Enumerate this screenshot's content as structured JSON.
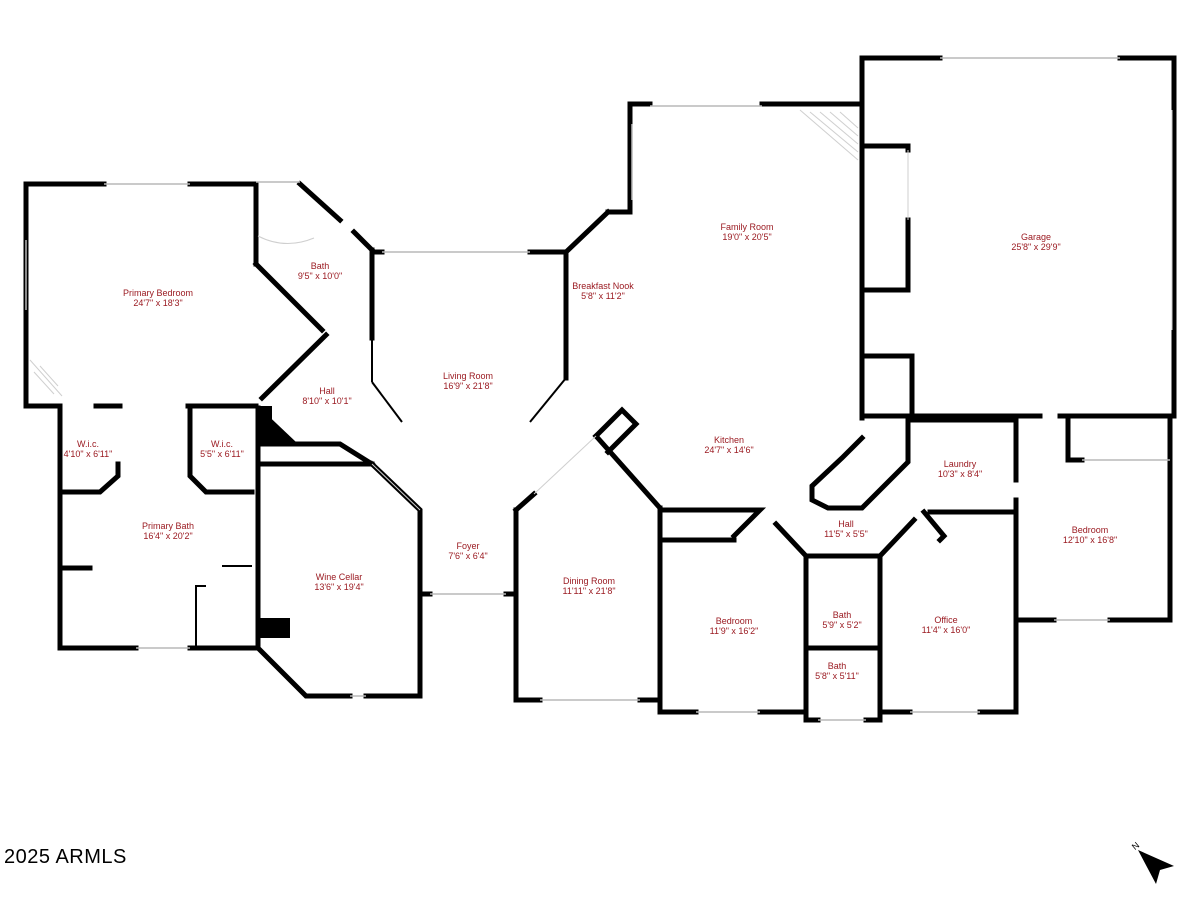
{
  "copyright": "2025 ARMLS",
  "compass": {
    "label": "N"
  },
  "rooms": [
    {
      "name": "Primary Bedroom",
      "dims": "24'7\" x 18'3\""
    },
    {
      "name": "Bath",
      "dims": "9'5\" x 10'0\""
    },
    {
      "name": "Living Room",
      "dims": "16'9\" x 21'8\""
    },
    {
      "name": "Breakfast Nook",
      "dims": "5'8\" x 11'2\""
    },
    {
      "name": "Family Room",
      "dims": "19'0\" x 20'5\""
    },
    {
      "name": "Garage",
      "dims": "25'8\" x 29'9\""
    },
    {
      "name": "Hall",
      "dims": "8'10\" x 10'1\""
    },
    {
      "name": "W.i.c.",
      "dims": "4'10\" x 6'11\""
    },
    {
      "name": "W.i.c.",
      "dims": "5'5\" x 6'11\""
    },
    {
      "name": "Primary Bath",
      "dims": "16'4\" x 20'2\""
    },
    {
      "name": "Wine Cellar",
      "dims": "13'6\" x 19'4\""
    },
    {
      "name": "Foyer",
      "dims": "7'6\" x 6'4\""
    },
    {
      "name": "Dining Room",
      "dims": "11'11\" x 21'8\""
    },
    {
      "name": "Kitchen",
      "dims": "24'7\" x 14'6\""
    },
    {
      "name": "Laundry",
      "dims": "10'3\" x 8'4\""
    },
    {
      "name": "Hall",
      "dims": "11'5\" x 5'5\""
    },
    {
      "name": "Bedroom",
      "dims": "12'10\" x 16'8\""
    },
    {
      "name": "Bedroom",
      "dims": "11'9\" x 16'2\""
    },
    {
      "name": "Bath",
      "dims": "5'9\" x 5'2\""
    },
    {
      "name": "Office",
      "dims": "11'4\" x 16'0\""
    },
    {
      "name": "Bath",
      "dims": "5'8\" x 5'11\""
    }
  ]
}
